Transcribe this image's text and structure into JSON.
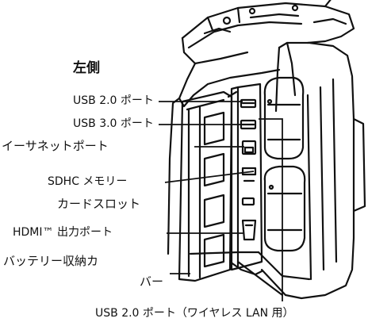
{
  "diagram": {
    "title": "左側",
    "labels": {
      "usb20": "USB 2.0 ポート",
      "usb30": "USB 3.0 ポート",
      "ethernet": "イーサネットポート",
      "sdhc_line1": "SDHC メモリー",
      "sdhc_line2": "カードスロット",
      "hdmi": "HDMI™ 出力ポート",
      "battery_line1": "バッテリー収納カ",
      "battery_line2": "バー",
      "usb_wlan": "USB 2.0 ポート（ワイヤレス LAN 用）"
    }
  }
}
